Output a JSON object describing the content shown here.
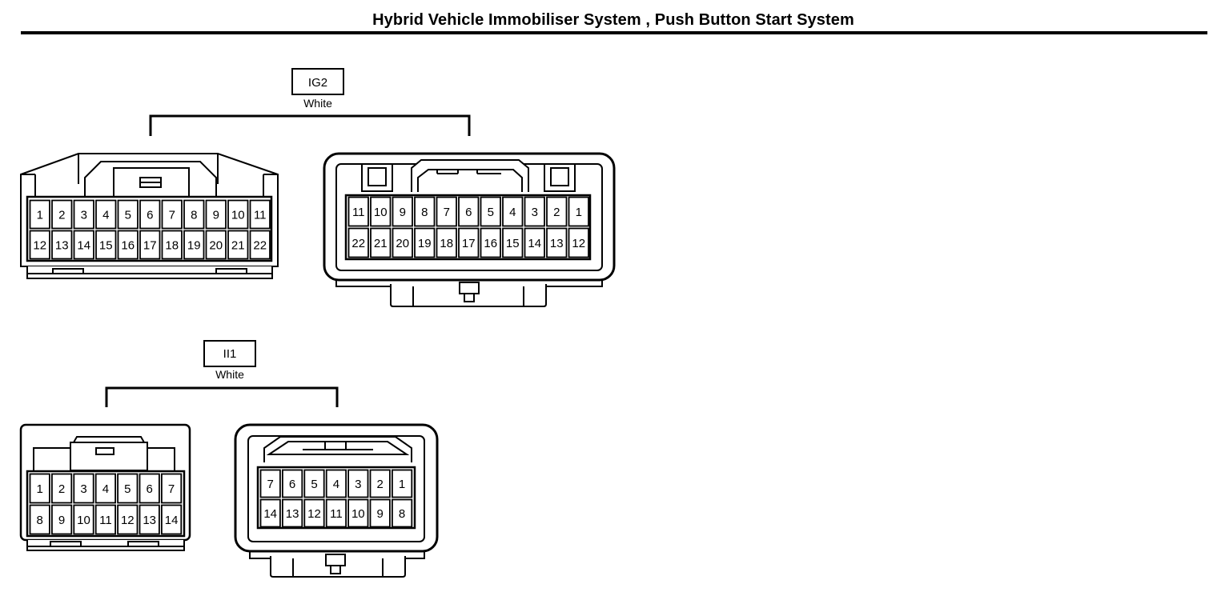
{
  "title": "Hybrid Vehicle Immobiliser System , Push Button Start System",
  "connectors": [
    {
      "id": "IG2",
      "color": "White",
      "columns": 11,
      "left_view": [
        [
          "1",
          "2",
          "3",
          "4",
          "5",
          "6",
          "7",
          "8",
          "9",
          "10",
          "11"
        ],
        [
          "12",
          "13",
          "14",
          "15",
          "16",
          "17",
          "18",
          "19",
          "20",
          "21",
          "22"
        ]
      ],
      "right_view": [
        [
          "11",
          "10",
          "9",
          "8",
          "7",
          "6",
          "5",
          "4",
          "3",
          "2",
          "1"
        ],
        [
          "22",
          "21",
          "20",
          "19",
          "18",
          "17",
          "16",
          "15",
          "14",
          "13",
          "12"
        ]
      ]
    },
    {
      "id": "II1",
      "color": "White",
      "columns": 7,
      "left_view": [
        [
          "1",
          "2",
          "3",
          "4",
          "5",
          "6",
          "7"
        ],
        [
          "8",
          "9",
          "10",
          "11",
          "12",
          "13",
          "14"
        ]
      ],
      "right_view": [
        [
          "7",
          "6",
          "5",
          "4",
          "3",
          "2",
          "1"
        ],
        [
          "14",
          "13",
          "12",
          "11",
          "10",
          "9",
          "8"
        ]
      ]
    }
  ]
}
